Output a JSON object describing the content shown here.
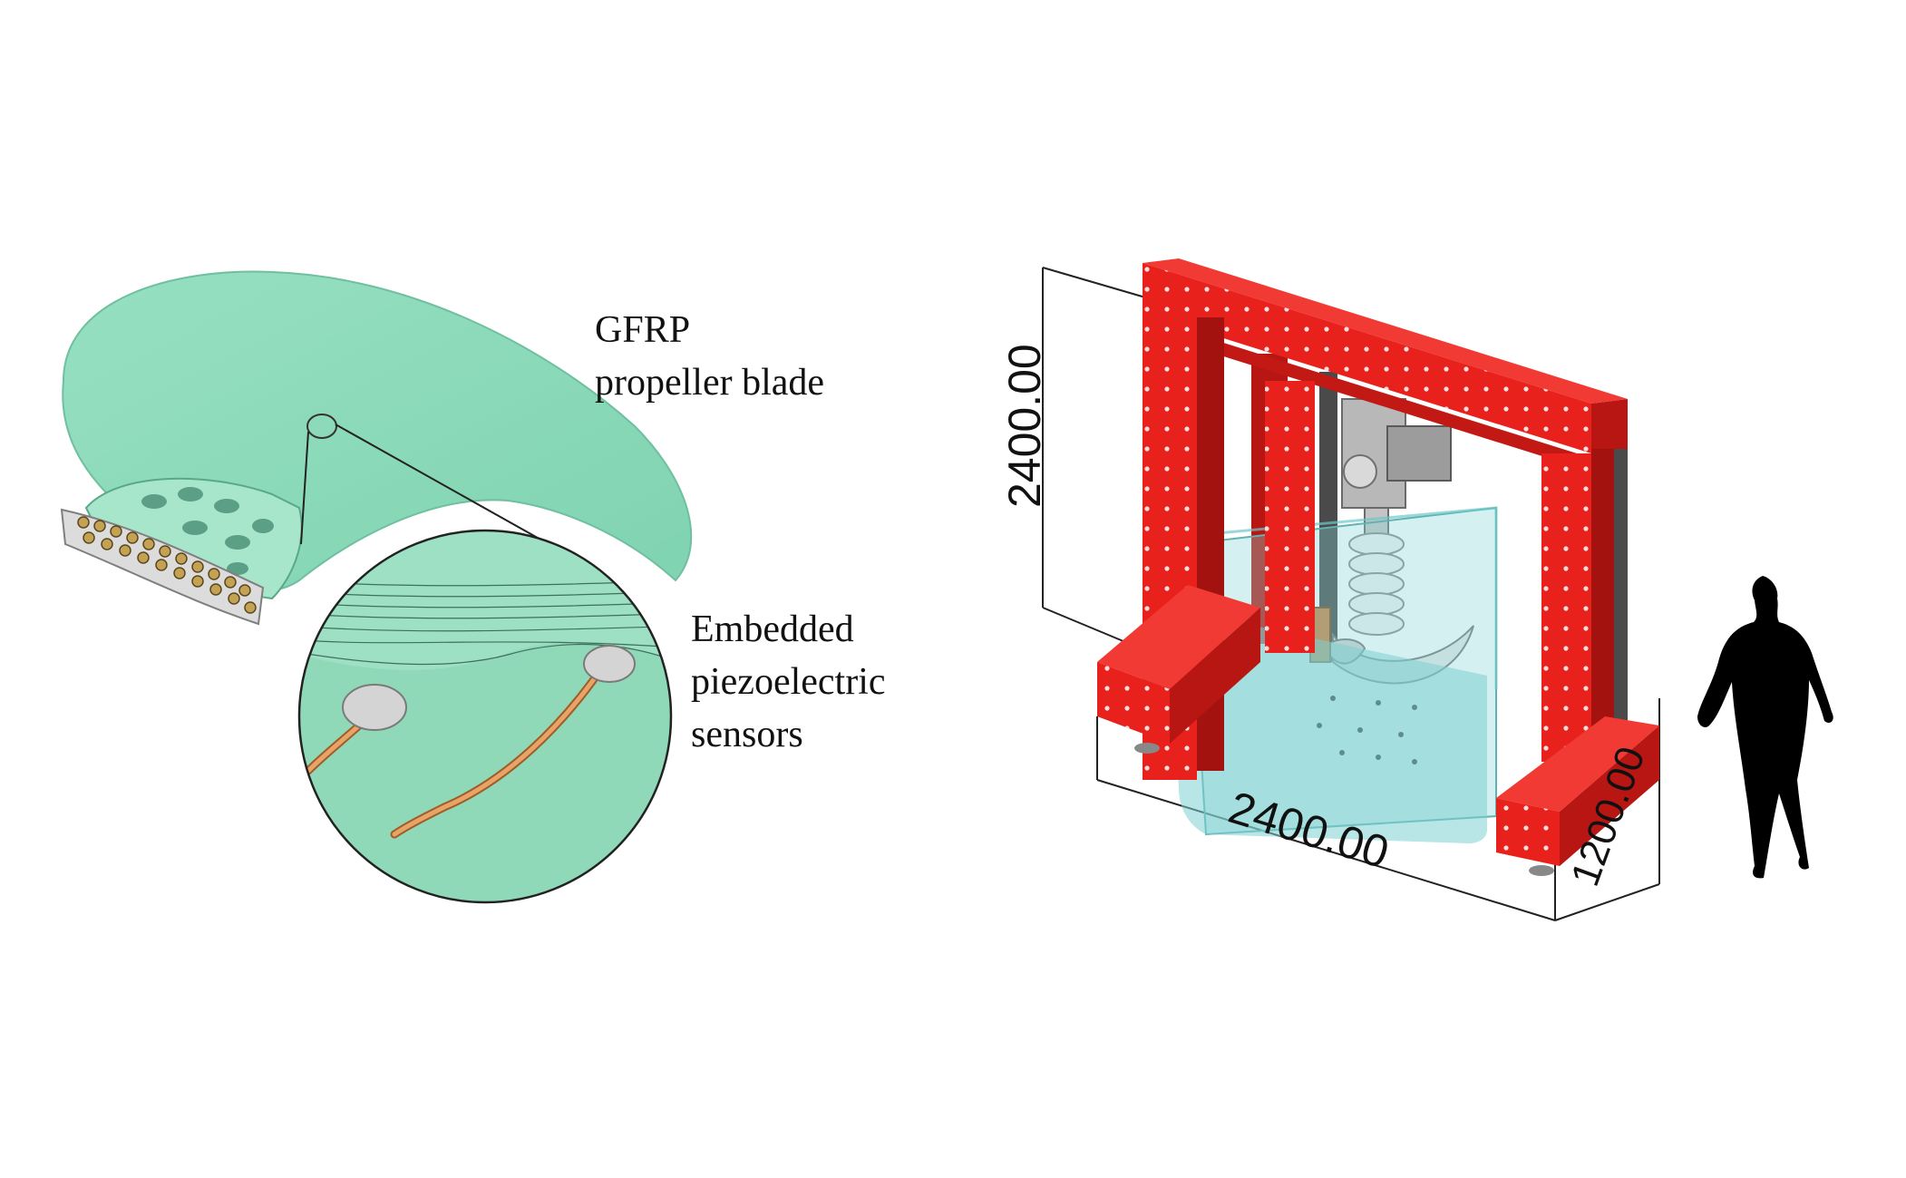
{
  "labels": {
    "blade_line1": "GFRP",
    "blade_line2": "propeller blade",
    "sensor_line1": "Embedded",
    "sensor_line2": "piezoelectric",
    "sensor_line3": "sensors"
  },
  "dimensions": {
    "height": "2400.00",
    "width": "2400.00",
    "depth": "1200.00"
  },
  "colors": {
    "blade": "#8fdcbb",
    "frame": "#e8211c",
    "tank": "#84d4d4",
    "cable": "#e39a58",
    "sensor_disc": "#cfcfcf"
  }
}
